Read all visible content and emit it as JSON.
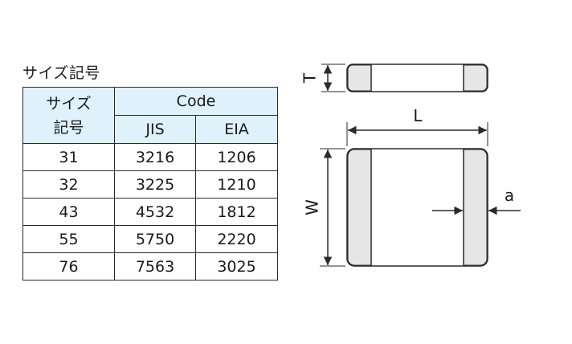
{
  "section_title": "サイズ記号",
  "table": {
    "size_header_line1": "サイズ",
    "size_header_line2": "記号",
    "code_header": "Code",
    "sub_headers": [
      "JIS",
      "EIA"
    ],
    "rows": [
      {
        "size": "31",
        "jis": "3216",
        "eia": "1206"
      },
      {
        "size": "32",
        "jis": "3225",
        "eia": "1210"
      },
      {
        "size": "43",
        "jis": "4532",
        "eia": "1812"
      },
      {
        "size": "55",
        "jis": "5750",
        "eia": "2220"
      },
      {
        "size": "76",
        "jis": "7563",
        "eia": "3025"
      }
    ]
  },
  "diagram": {
    "label_T": "T",
    "label_L": "L",
    "label_W": "W",
    "label_a": "a",
    "colors": {
      "body": "#ffffff",
      "terminal": "#e6e6e6",
      "outline": "#2a2a2a"
    }
  }
}
